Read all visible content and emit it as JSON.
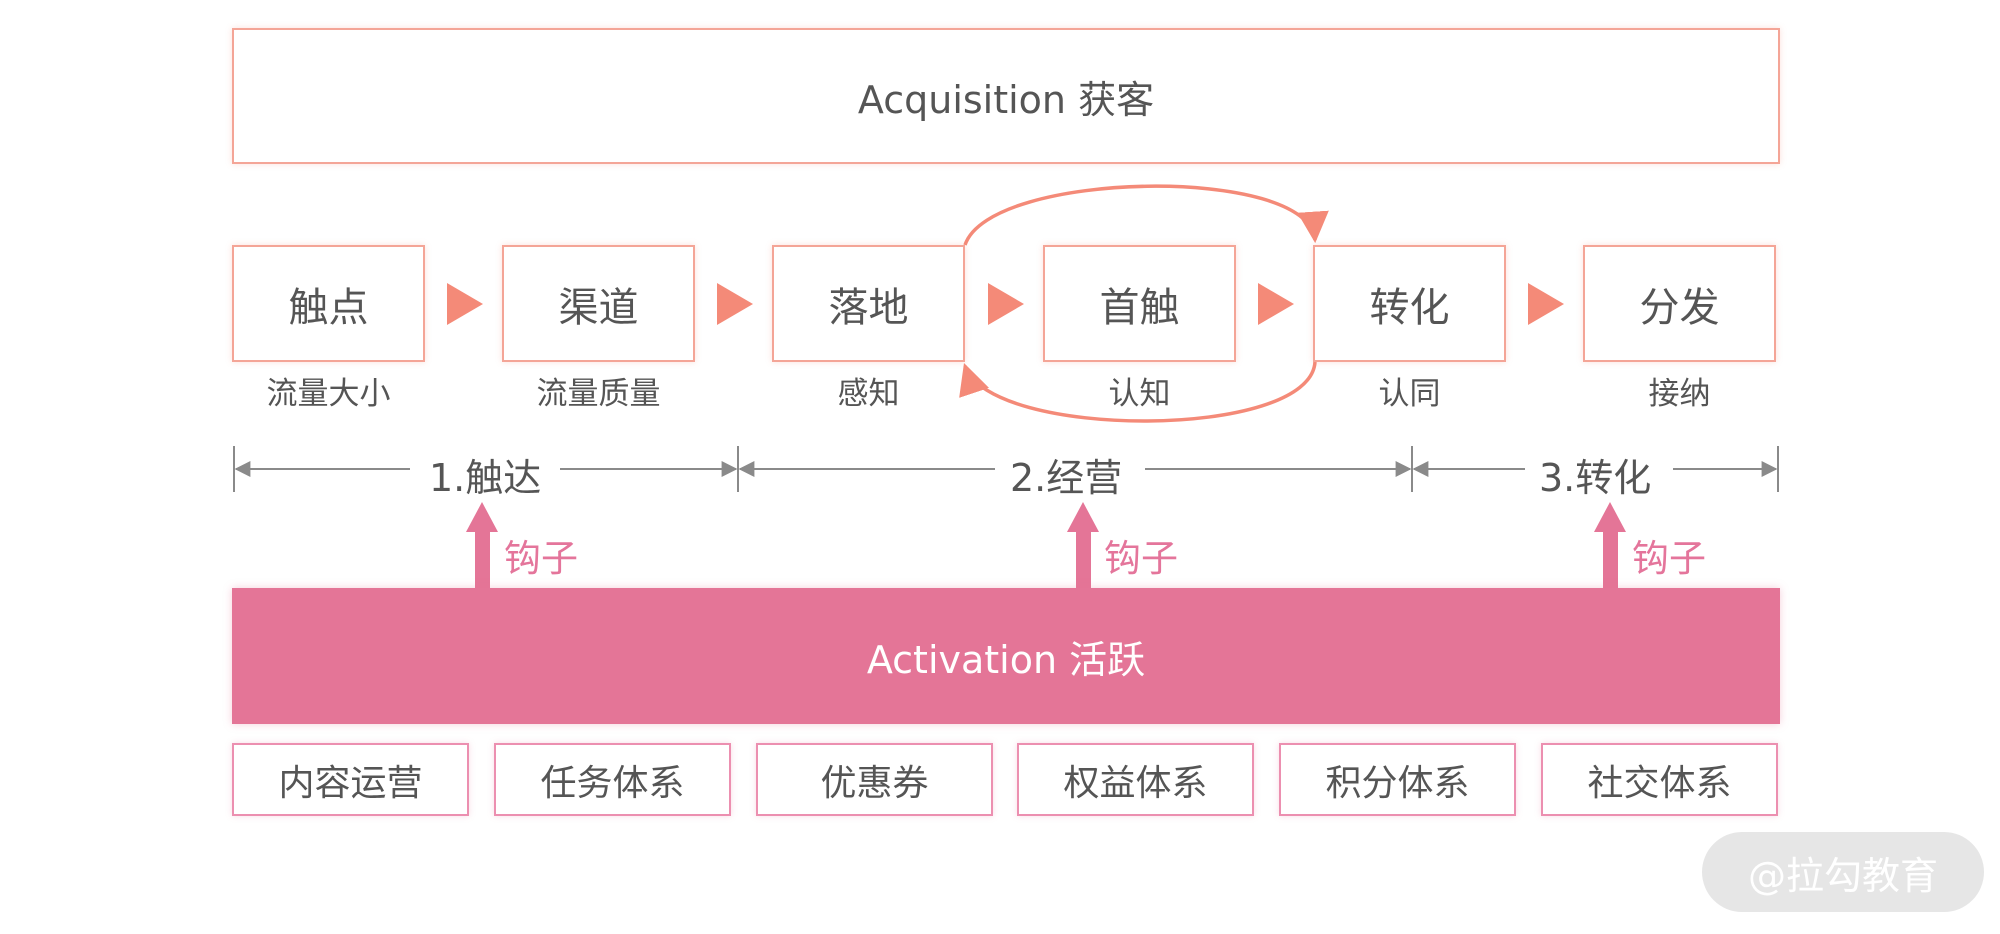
{
  "acquisition": {
    "label": "Acquisition  获客"
  },
  "stages": [
    {
      "name": "触点",
      "sub": "流量大小"
    },
    {
      "name": "渠道",
      "sub": "流量质量"
    },
    {
      "name": "落地",
      "sub": "感知"
    },
    {
      "name": "首触",
      "sub": "认知"
    },
    {
      "name": "转化",
      "sub": "认同"
    },
    {
      "name": "分发",
      "sub": "接纳"
    }
  ],
  "phases": [
    {
      "label": "1.触达"
    },
    {
      "label": "2.经营"
    },
    {
      "label": "3.转化"
    }
  ],
  "hooks": [
    {
      "label": "钩子"
    },
    {
      "label": "钩子"
    },
    {
      "label": "钩子"
    }
  ],
  "activation": {
    "label": "Activation  活跃"
  },
  "systems": [
    {
      "label": "内容运营"
    },
    {
      "label": "任务体系"
    },
    {
      "label": "优惠券"
    },
    {
      "label": "权益体系"
    },
    {
      "label": "积分体系"
    },
    {
      "label": "社交体系"
    }
  ],
  "watermark": {
    "label": "@拉勾教育"
  },
  "colors": {
    "salmon_border": "#f4a597",
    "salmon_arrow": "#f48a78",
    "pink_fill": "#e47597",
    "pink_text": "#e4759b",
    "text": "#555555",
    "gray_line": "#999999"
  }
}
